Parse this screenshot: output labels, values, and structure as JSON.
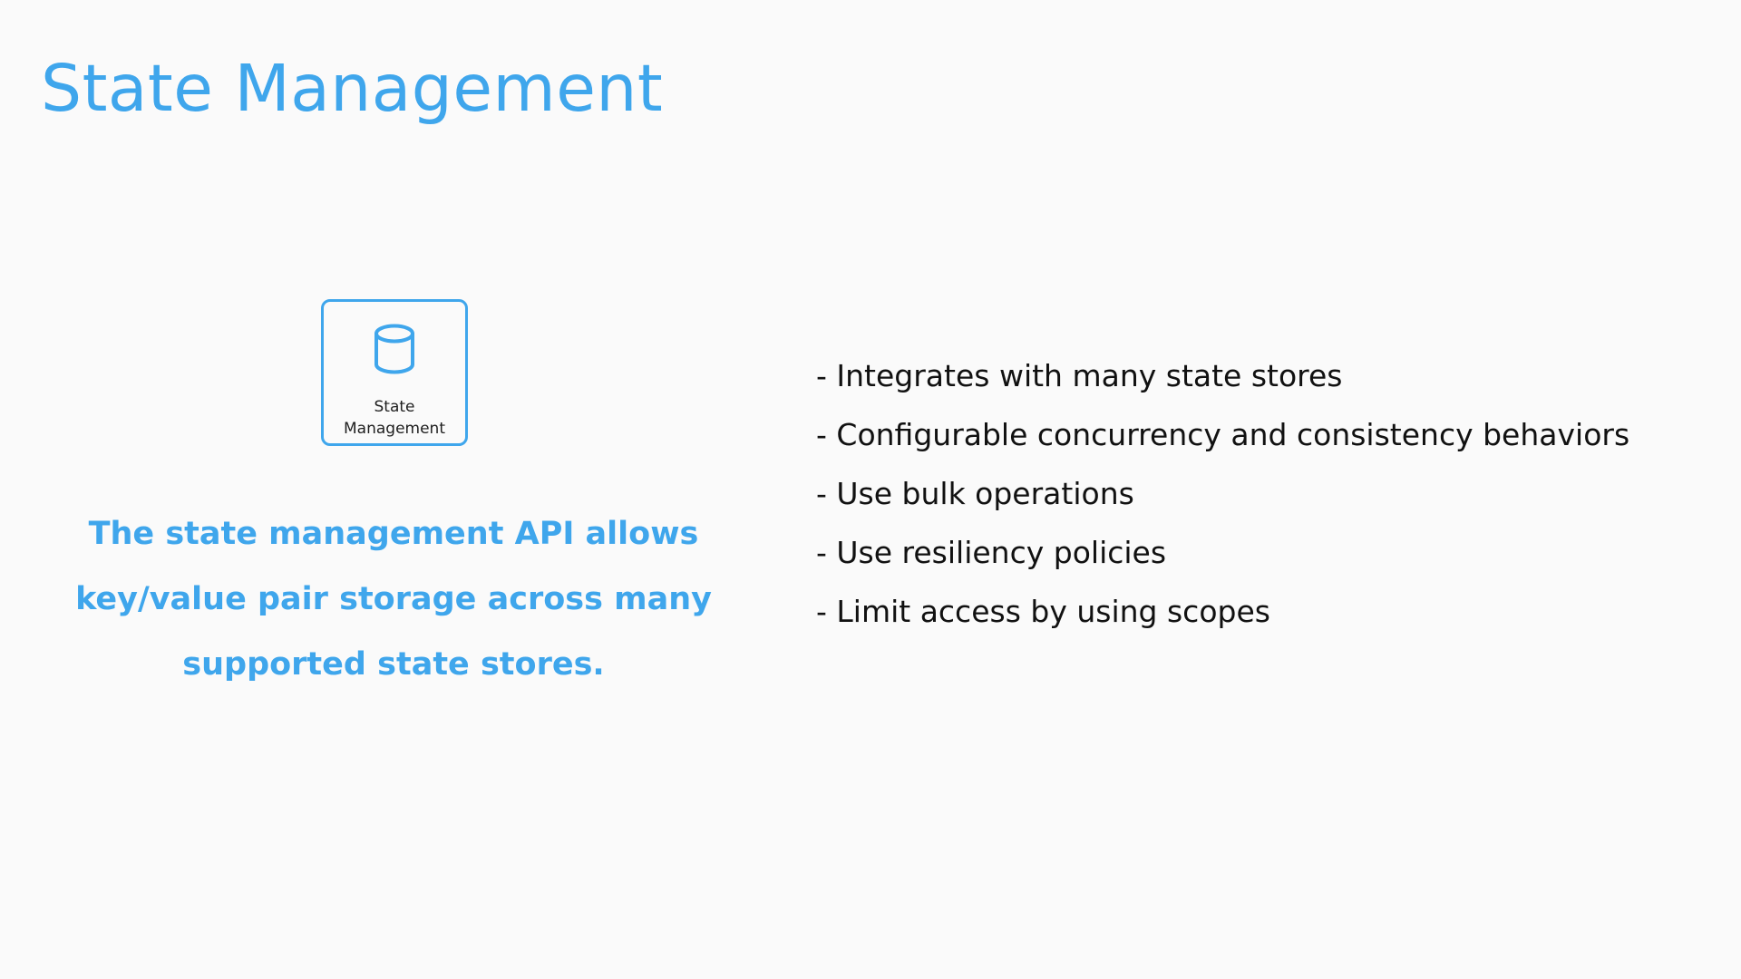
{
  "slide": {
    "title": "State Management"
  },
  "feature_card": {
    "icon": "database-cylinder-icon",
    "label_line1": "State",
    "label_line2": "Management"
  },
  "description": "The state management API allows key/value pair storage across many supported state stores.",
  "bullets": [
    "- Integrates with many state stores",
    "- Configurable concurrency and consistency behaviors",
    "- Use bulk operations",
    "- Use resiliency policies",
    "- Limit access by using scopes"
  ],
  "colors": {
    "accent": "#3fa6ec",
    "text": "#111111",
    "background": "#fafafa"
  }
}
